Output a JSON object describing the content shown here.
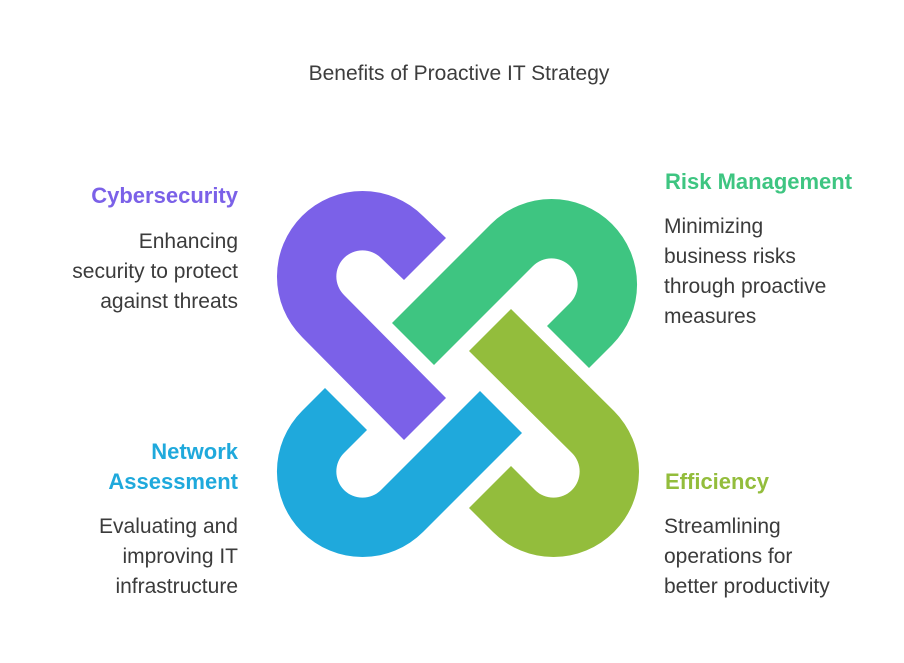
{
  "title": "Benefits of Proactive IT Strategy",
  "items": [
    {
      "id": "cybersecurity",
      "heading": "Cybersecurity",
      "description": [
        "Enhancing",
        "security to protect",
        "against threats"
      ],
      "color": "#7b61e8"
    },
    {
      "id": "risk-management",
      "heading": "Risk Management",
      "description": [
        "Minimizing",
        "business risks",
        "through proactive",
        "measures"
      ],
      "color": "#3ec581"
    },
    {
      "id": "network-assessment",
      "heading": [
        "Network",
        "Assessment"
      ],
      "description": [
        "Evaluating and",
        "improving IT",
        "infrastructure"
      ],
      "color": "#1fa9dc"
    },
    {
      "id": "efficiency",
      "heading": "Efficiency",
      "description": [
        "Streamlining",
        "operations for",
        "better productivity"
      ],
      "color": "#93bd3c"
    }
  ]
}
